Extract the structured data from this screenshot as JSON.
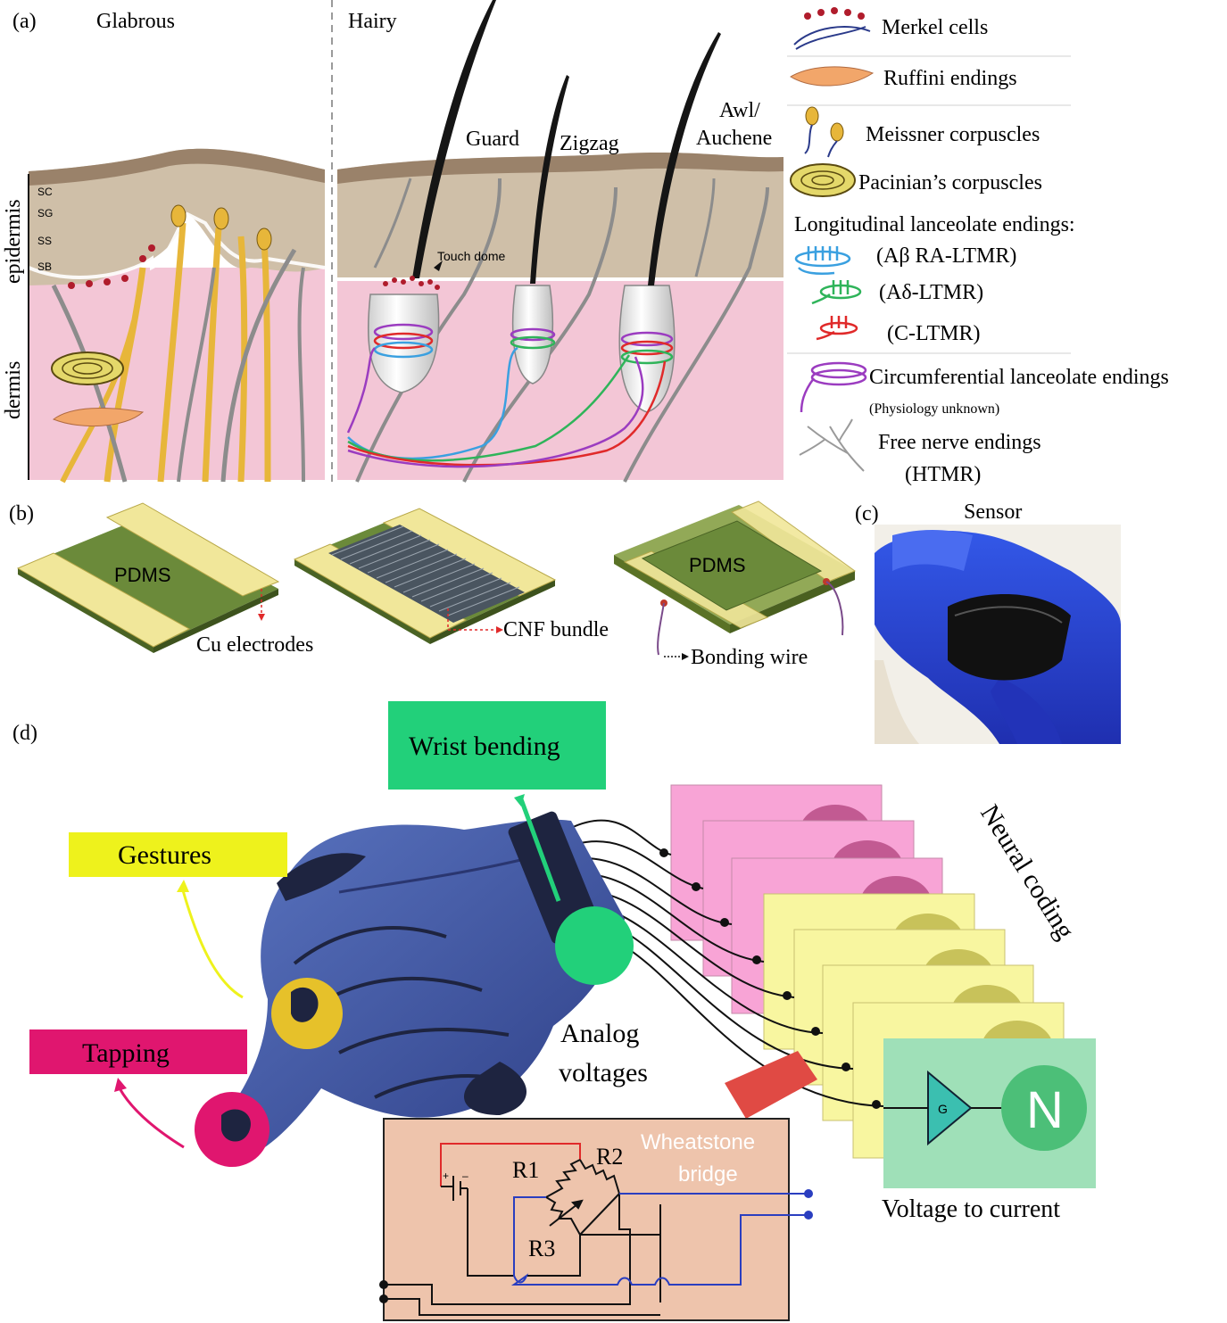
{
  "panel_a": {
    "label": "(a)",
    "glabrous": "Glabrous",
    "hairy": "Hairy",
    "epidermis": "epidermis",
    "dermis": "dermis",
    "layers": [
      "SC",
      "SG",
      "SS",
      "SB"
    ],
    "hair_types": [
      "Guard",
      "Zigzag",
      "Awl/",
      "Auchene"
    ],
    "touch_dome": "Touch dome",
    "legend": {
      "merkel": "Merkel cells",
      "ruffini": "Ruffini endings",
      "meissner": "Meissner corpuscles",
      "pacinian": "Pacinian’s corpuscles",
      "longitudinal": "Longitudinal lanceolate endings:",
      "abeta": "(Aβ RA-LTMR)",
      "adelta": "(Aδ-LTMR)",
      "cltmr": "(C-LTMR)",
      "circumferential": "Circumferential lanceolate endings",
      "physiology": "(Physiology unknown)",
      "free_nerve": "Free nerve endings",
      "htmr": "(HTMR)"
    }
  },
  "panel_b": {
    "label": "(b)",
    "pdms1": "PDMS",
    "pdms2": "PDMS",
    "cu_electrodes": "Cu electrodes",
    "cnf_bundle": "CNF bundle",
    "bonding_wire": "Bonding wire"
  },
  "panel_c": {
    "label": "(c)",
    "title": "Sensor"
  },
  "panel_d": {
    "label": "(d)",
    "wrist_bending": "Wrist bending",
    "gestures": "Gestures",
    "tapping": "Tapping",
    "analog1": "Analog",
    "analog2": "voltages",
    "neural_coding": "Neural coding",
    "voltage_to_current": "Voltage to current",
    "gain": "G",
    "neuron": "N",
    "wheatstone1": "Wheatstone",
    "wheatstone2": "bridge",
    "r1": "R1",
    "r2": "R2",
    "r3": "R3",
    "plus": "+",
    "minus": "–"
  },
  "colors": {
    "epidermis": "#c9b9a3",
    "dermis": "#f3c6d6",
    "nerve_yellow": "#e7b63a",
    "nerve_gray": "#8c8c8c",
    "abeta_blue": "#3aa0e0",
    "adelta_green": "#2fb45a",
    "cltmr_red": "#e02a2a",
    "circ_purple": "#9b3cc0",
    "pdms": "#6b8a3a",
    "electrode": "#f1e79a",
    "wrist_box": "#22d07a",
    "gestures_box": "#eef21c",
    "tapping_box": "#e0166f",
    "pink_card": "#f8a4d6",
    "yellow_card": "#f8f6a0",
    "vtc_box": "#9fe0b8",
    "neuron": "#4cbf78",
    "bridge_box": "#eec4ac",
    "glove": "#3a4f9a"
  }
}
